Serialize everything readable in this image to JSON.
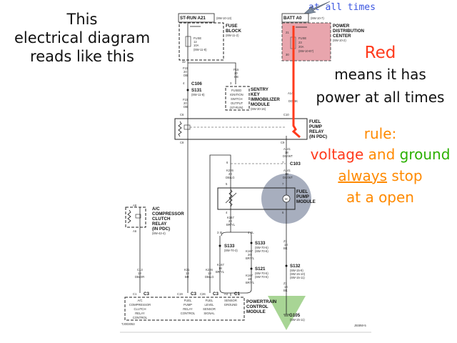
{
  "slide": {
    "left_lines": [
      "This",
      "electrical diagram",
      "reads like this"
    ],
    "callout": "at all times",
    "red": "Red",
    "means": "means it has",
    "power": "power at all times",
    "rule": "rule:",
    "voltage": "voltage",
    "and": " and ",
    "ground": "ground",
    "always": "always",
    "stop": " stop",
    "open": "at a open"
  },
  "colors": {
    "red": "#ff3a1c",
    "orange": "#ff8a00",
    "green": "#2bb000",
    "blue": "#3a55e0",
    "pdc_fill": "#e8a5ad",
    "ground_fill": "#9fd08a",
    "module_circle": "#8a93a8"
  },
  "diagram": {
    "st_run": "ST-RUN A21",
    "st_run_ref": "(8W-10-13)",
    "fuse_block": [
      "FUSE",
      "BLOCK"
    ],
    "fuse_block_ref": "(8W-11-2)",
    "fuse12": [
      "FUSE",
      "12",
      "10A",
      "(8W-11-8)"
    ],
    "batt": "BATT A0",
    "batt_ref": "(8W-10-7)",
    "pdc": [
      "POWER",
      "DISTRIBUTION",
      "CENTER"
    ],
    "pdc_ref": "(8W-10-2)",
    "fuse23": [
      "FUSE",
      "23",
      "20A",
      "(8W-10-87)"
    ],
    "pin21": "21",
    "pin30": "30",
    "pin32": "32",
    "f15_a": [
      "F15",
      "20",
      "DB"
    ],
    "f15_b": [
      "F15",
      "20",
      "DB"
    ],
    "f15_c": [
      "F15",
      "20",
      "DB"
    ],
    "c106": "C106",
    "c106_pin": "4",
    "s131": "S131",
    "s131_ref": "(8W-11-8)",
    "skim_pin": "3",
    "skim_box": [
      "FUSED",
      "IGNITION",
      "SWITCH",
      "OUTPUT",
      "(ST-RUN)"
    ],
    "skim": [
      "SENTRY",
      "KEY",
      "IMMOBILIZER",
      "MODULE"
    ],
    "skim_ref": "(8W-30-16)",
    "a141_dgbk": [
      "A141",
      "DG/BK"
    ],
    "c6": "C6",
    "c10": "C10",
    "c8": "C8",
    "c9": "C9",
    "relay": [
      "FUEL",
      "PUMP",
      "RELAY",
      "(IN PDC)"
    ],
    "a141_a": [
      "A141",
      "18",
      "DG/WT"
    ],
    "a141_b": [
      "A141",
      "18",
      "DG/WT"
    ],
    "c103": "C103",
    "c103_pin": "7",
    "k226_pin": "6",
    "k226_a": [
      "K226",
      "20",
      "DB/LG"
    ],
    "pin5": "5",
    "pin7": "7",
    "pin4": "4",
    "pin6": "6",
    "fpm": [
      "FUEL",
      "PUMP",
      "MODULE"
    ],
    "motor": "M",
    "k167_a": [
      "K167",
      "20",
      "BR/YL"
    ],
    "sl3": "3 SL",
    "sl4": "4 SL",
    "s133_l": "S133",
    "s133_l_ref": "(8W-70-3)",
    "s133_r": "S133",
    "s133_r_ref": [
      "(8W-70-5)",
      "(8W-70-6)"
    ],
    "k167_b": [
      "K167",
      "20",
      "BR/YL"
    ],
    "k167_c": [
      "K167",
      "18",
      "BR/YL"
    ],
    "s121": "S121",
    "s121_ref": [
      "(8W-70-5)",
      "(8W-70-6)"
    ],
    "k167_d": [
      "K167",
      "18",
      "BR/YL"
    ],
    "z1_a": [
      "Z1",
      "18",
      "BK"
    ],
    "s132": "S132",
    "s132_ref": [
      "(8W-15-9)",
      "(8W-15-10)",
      "(8W-15-11)"
    ],
    "z1_b": [
      "Z1",
      "14",
      "BK"
    ],
    "g105": "G105",
    "g105_ref": "(8W-15-11)",
    "ac_pin_top": "A8",
    "ac_pin_bot": "A6",
    "ac_relay": [
      "A/C",
      "COMPRESSOR",
      "CLUTCH",
      "RELAY",
      "(IN PDC)"
    ],
    "ac_ref": "(8W-42-4)",
    "c13": [
      "C13",
      "18",
      "DB/OR"
    ],
    "k31": [
      "K31",
      "18",
      "BR"
    ],
    "k226_b": [
      "K226",
      "18",
      "DB/LG"
    ],
    "c1": "C1",
    "c3": "C3",
    "c19": "C19",
    "c26": "C26",
    "a4": "A4",
    "pcm_ac": [
      "A/C",
      "COMPRESSOR",
      "CLUTCH",
      "RELAY",
      "CONTROL"
    ],
    "pcm_fp": [
      "FUEL",
      "PUMP",
      "RELAY",
      "CONTROL"
    ],
    "pcm_fl": [
      "FUEL",
      "LEVEL",
      "SENSOR",
      "SIGNAL"
    ],
    "pcm_sg": [
      "SENSOR",
      "GROUND"
    ],
    "pcm": [
      "POWERTRAIN",
      "CONTROL",
      "MODULE"
    ],
    "code_left": "TJ003053",
    "code_right": "J938W-5"
  }
}
